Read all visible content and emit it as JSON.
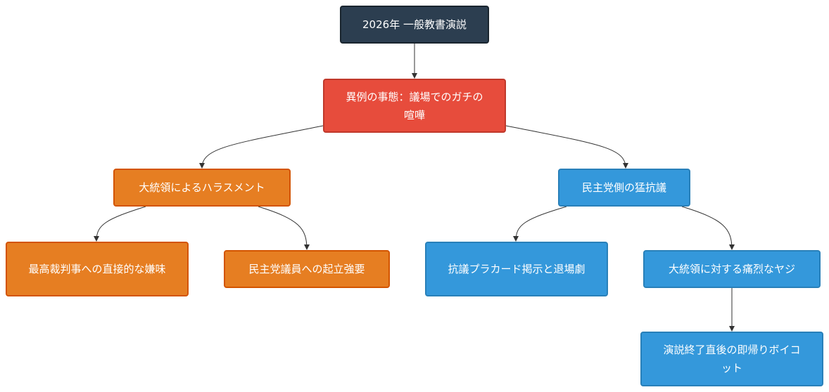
{
  "nodes": {
    "root": "2026年 一般教書演説",
    "event": "異例の事態：議場でのガチの喧嘩",
    "harassment": "大統領によるハラスメント",
    "protest": "民主党側の猛抗議",
    "justices": "最高裁判事への直接的な嫌味",
    "standing": "民主党議員への起立強要",
    "placards": "抗議プラカード掲示と退場劇",
    "heckling": "大統領に対する痛烈なヤジ",
    "boycott": "演説終了直後の即帰りボイコット"
  },
  "colors": {
    "root": "#2c3e50",
    "event": "#e74c3c",
    "harassment": "#e67e22",
    "protest": "#3498db",
    "edge": "#333333"
  }
}
